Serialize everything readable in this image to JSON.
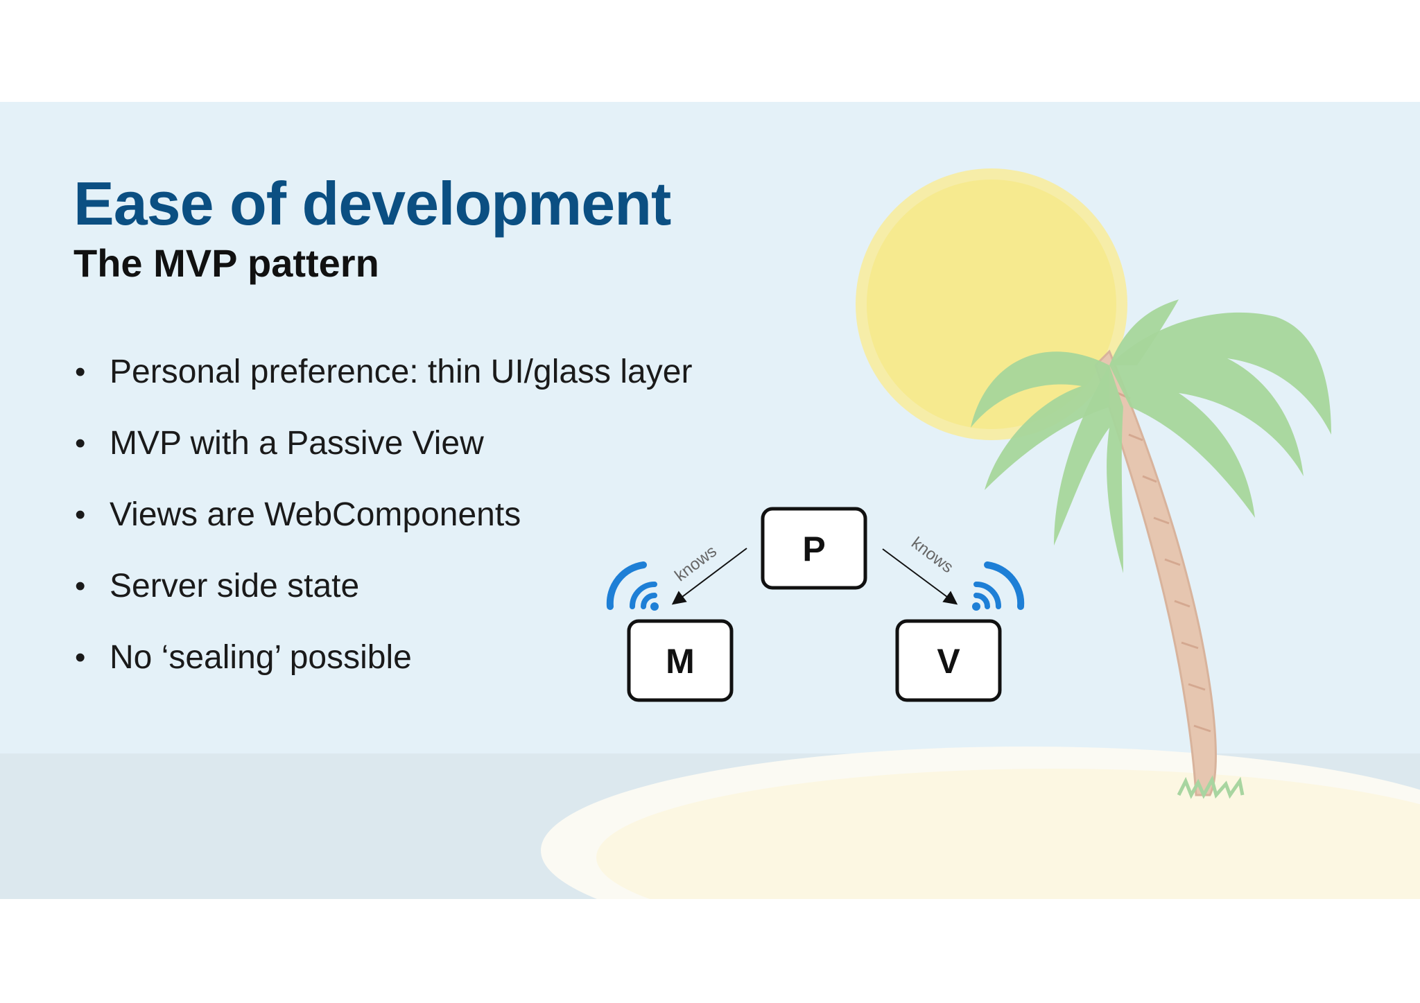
{
  "slide": {
    "title": "Ease of development",
    "subtitle": "The MVP pattern",
    "bullet_symbol": "•",
    "bullets": [
      "Personal preference: thin UI/glass layer",
      "MVP with a Passive View",
      "Views are WebComponents",
      "Server side state",
      "No ‘sealing’ possible"
    ]
  },
  "diagram": {
    "nodes": [
      {
        "id": "P",
        "label": "P"
      },
      {
        "id": "M",
        "label": "M"
      },
      {
        "id": "V",
        "label": "V"
      }
    ],
    "edges": [
      {
        "from": "P",
        "to": "M",
        "label": "knows"
      },
      {
        "from": "P",
        "to": "V",
        "label": "knows"
      }
    ]
  },
  "colors": {
    "title": "#0b4f82",
    "background": "#e4f1f8",
    "signal": "#1e7fd6"
  },
  "icons": [
    "signal-waves-icon",
    "palm-tree-icon",
    "sun-icon",
    "island-icon"
  ]
}
